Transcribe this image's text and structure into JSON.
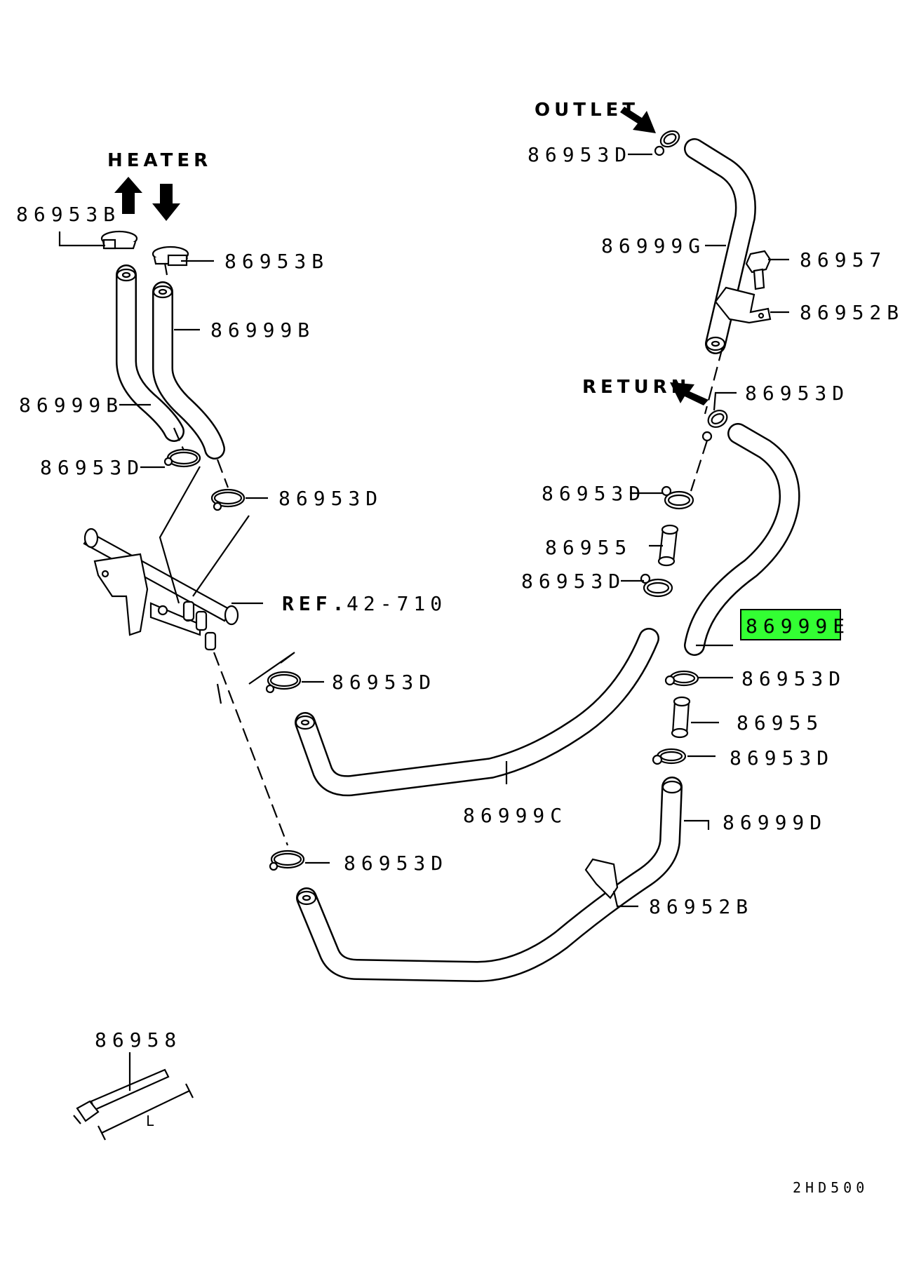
{
  "directions": {
    "heater": "HEATER",
    "outlet": "OUTLET",
    "return": "RETURN"
  },
  "reference": {
    "prefix": "REF.",
    "number": "42-710"
  },
  "highlight_color": "#33ff33",
  "labels": {
    "heater_clamp_left": "86953B",
    "heater_clamp_right": "86953B",
    "hose_b_right": "86999B",
    "hose_b_left": "86999B",
    "clamp_d_left": "86953D",
    "clamp_d_mid_left": "86953D",
    "clamp_d_outlet": "86953D",
    "hose_g": "86999G",
    "bolt": "86957",
    "bracket_top": "86952B",
    "clamp_d_return": "86953D",
    "clamp_d_upper_mid": "86953D",
    "joint_upper": "86955",
    "clamp_d_lower_mid": "86953D",
    "hose_e": "86999E",
    "clamp_d_right_upper": "86953D",
    "joint_lower": "86955",
    "clamp_d_right_lower": "86953D",
    "clamp_d_c_hose": "86953D",
    "hose_c": "86999C",
    "hose_d": "86999D",
    "clamp_d_d_hose": "86953D",
    "bracket_bottom": "86952B",
    "tie_strap": "86958",
    "tie_length": "L"
  },
  "diagram_code": "2HD500"
}
